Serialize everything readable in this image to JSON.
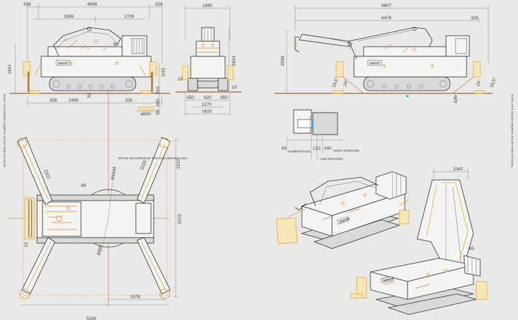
{
  "side_notes": {
    "left": "Technical data can be modified without prior notice",
    "right": "Technical data can be modified without prior notice"
  },
  "side_view": {
    "top": [
      "328",
      "4608",
      "328"
    ],
    "sub_top": [
      "2899",
      "1709"
    ],
    "height": "1641",
    "right": [
      "1115",
      "310",
      "590",
      "50"
    ],
    "bottom": [
      "328",
      "2490",
      "30",
      "328"
    ],
    "pad": "ø500"
  },
  "front_view": {
    "top": "1650",
    "height": "2543",
    "left": "15",
    "right": "15",
    "bottom1": [
      "350",
      "920",
      "350"
    ],
    "bottom2": "1270",
    "bottom3": "1620"
  },
  "boom_view": {
    "top": "6807",
    "sub_top": [
      "6479",
      "328"
    ],
    "height": "2528",
    "left_angle": "19,5°",
    "left_small": "24°",
    "right_angle": "19,5°",
    "right_small": "24°",
    "bottom": "120"
  },
  "plan_view": {
    "note": "SPACE OCCUPIED BY THE COLUMN ROLLING",
    "radius1": "R1043",
    "radius2": "R985",
    "dims": [
      "2207",
      "2220",
      "2237",
      "88",
      "5575",
      "12",
      "2078",
      "5245"
    ]
  },
  "pad_detail": {
    "dims": [
      "30",
      "120",
      "240"
    ],
    "labels": [
      "RUBBER PADS",
      "HIGHT POSITION",
      "LOW POSITION"
    ]
  },
  "iso_view": {
    "dims": [
      "1043",
      "865"
    ]
  },
  "brand": "SMART"
}
